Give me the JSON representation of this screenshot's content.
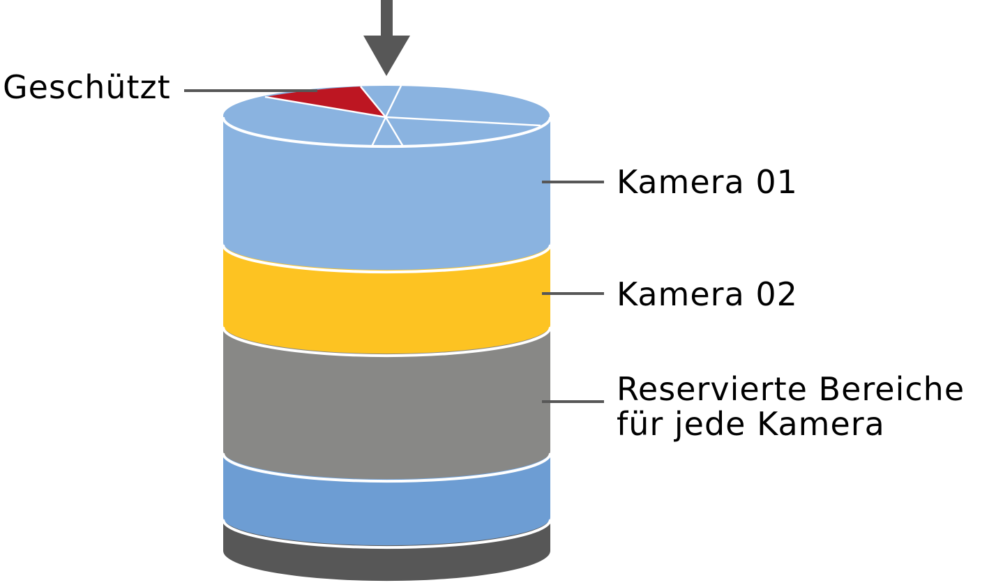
{
  "diagram": {
    "type": "storage-cylinder",
    "labels": {
      "protected": "Geschützt",
      "camera01": "Kamera 01",
      "camera02": "Kamera 02",
      "reserved_line1": "Reservierte Bereiche",
      "reserved_line2": "für jede Kamera"
    },
    "colors": {
      "camera01": "#8ab3e0",
      "camera02": "#fdc322",
      "reserved": "#888886",
      "lower_layer": "#6d9dd3",
      "base": "#575757",
      "protected": "#bd1622",
      "arrow": "#575757",
      "leader_line": "#575757",
      "separator": "#ffffff"
    },
    "layers": [
      {
        "name": "camera01",
        "label": "Kamera 01"
      },
      {
        "name": "camera02",
        "label": "Kamera 02"
      },
      {
        "name": "reserved",
        "label": "Reservierte Bereiche für jede Kamera"
      },
      {
        "name": "lower-layer",
        "label": ""
      },
      {
        "name": "base",
        "label": ""
      }
    ],
    "top_slices": 6,
    "protected_slices": 1
  }
}
